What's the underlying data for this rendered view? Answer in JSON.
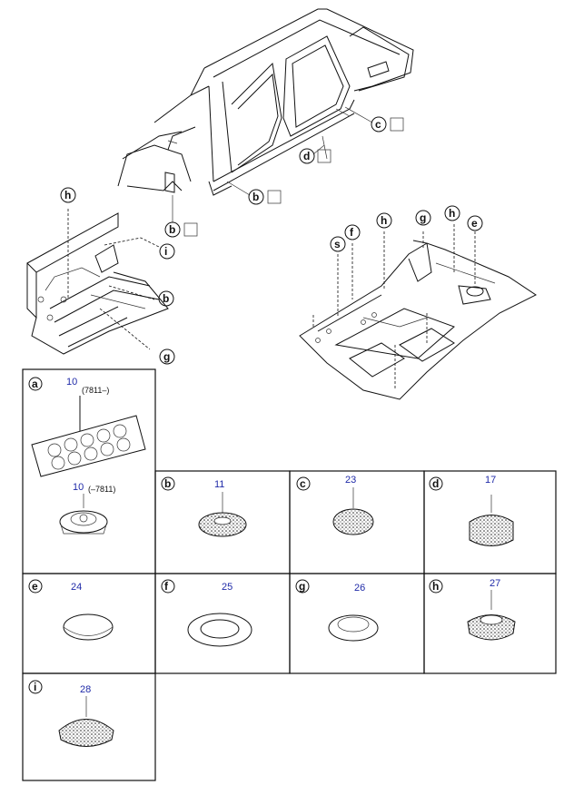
{
  "callouts": {
    "top": [
      "c",
      "d",
      "b",
      "b",
      "h",
      "i",
      "b",
      "g",
      "h",
      "g",
      "h",
      "f",
      "s",
      "e"
    ]
  },
  "cells": {
    "a": {
      "letter": "a",
      "num_top": "10",
      "note_top": "(7811–)",
      "num_bottom": "10",
      "note_bottom": "(–7811)"
    },
    "b": {
      "letter": "b",
      "num": "11"
    },
    "c": {
      "letter": "c",
      "num": "23"
    },
    "d": {
      "letter": "d",
      "num": "17"
    },
    "e": {
      "letter": "e",
      "num": "24"
    },
    "f": {
      "letter": "f",
      "num": "25"
    },
    "g": {
      "letter": "g",
      "num": "26"
    },
    "h": {
      "letter": "h",
      "num": "27"
    },
    "i": {
      "letter": "i",
      "num": "28"
    }
  },
  "colors": {
    "part_number": "#1f2aa8",
    "ink": "#111111"
  },
  "icons": [
    "car-body-side-drawing",
    "front-floor-drawing",
    "rear-floor-drawing",
    "plug-grommet-icons"
  ]
}
